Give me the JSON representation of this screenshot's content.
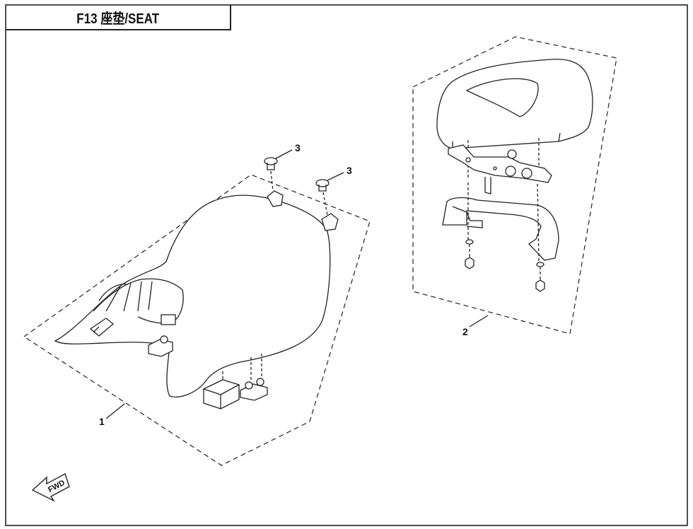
{
  "page": {
    "title": "F13  座垫/SEAT"
  },
  "callouts": [
    {
      "id": "callout-1",
      "label": "1"
    },
    {
      "id": "callout-2",
      "label": "2"
    },
    {
      "id": "callout-3a",
      "label": "3"
    },
    {
      "id": "callout-3b",
      "label": "3"
    }
  ],
  "direction_arrow": {
    "label": "FWD"
  },
  "colors": {
    "line": "#222222",
    "background": "#ffffff"
  }
}
